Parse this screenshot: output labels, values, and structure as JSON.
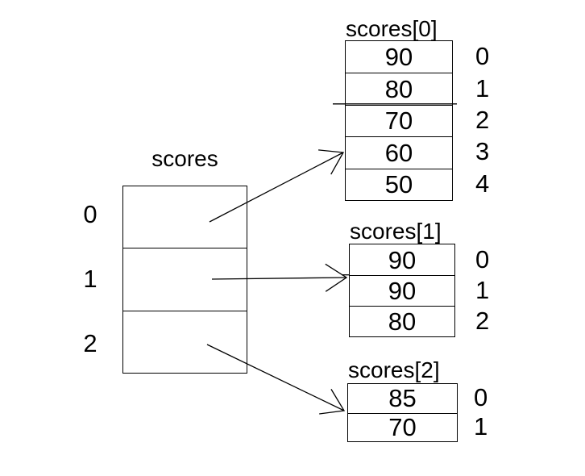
{
  "diagram": {
    "description": "jagged-array-of-scores",
    "colors": {
      "line": "#000000",
      "text": "#000000",
      "background": "#ffffff"
    },
    "main": {
      "label": "scores",
      "indices": [
        "0",
        "1",
        "2"
      ]
    },
    "subs": [
      {
        "label": "scores[0]",
        "values": [
          "90",
          "80",
          "70",
          "60",
          "50"
        ],
        "indices": [
          "0",
          "1",
          "2",
          "3",
          "4"
        ]
      },
      {
        "label": "scores[1]",
        "values": [
          "90",
          "90",
          "80"
        ],
        "indices": [
          "0",
          "1",
          "2"
        ]
      },
      {
        "label": "scores[2]",
        "values": [
          "85",
          "70"
        ],
        "indices": [
          "0",
          "1"
        ]
      }
    ]
  }
}
